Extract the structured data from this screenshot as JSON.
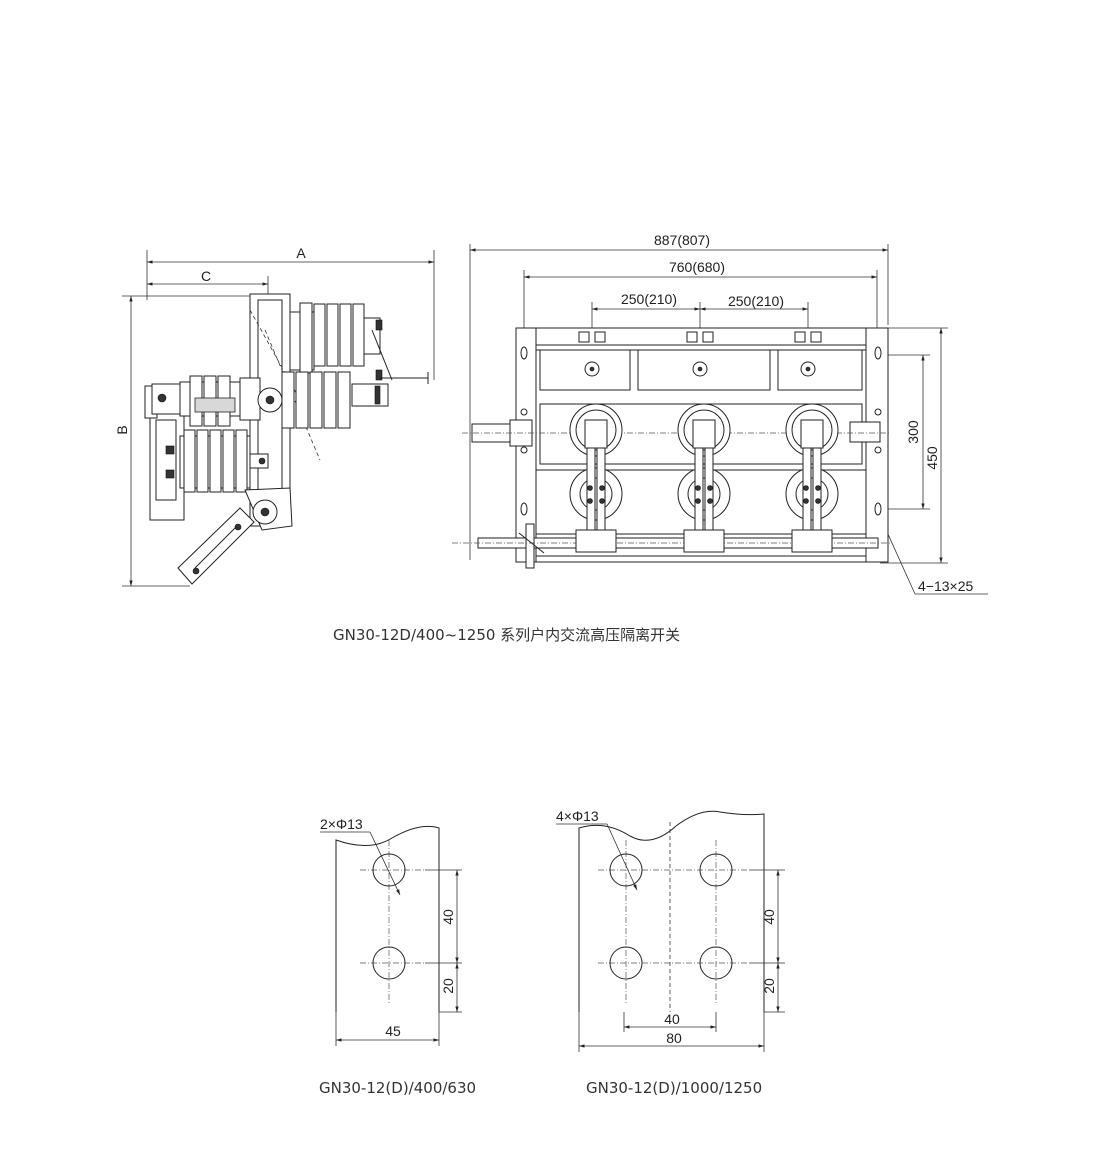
{
  "side_view": {
    "dim_a": "A",
    "dim_b": "B",
    "dim_c": "C"
  },
  "front_view": {
    "dim_overall": "887(807)",
    "dim_inner": "760(680)",
    "dim_pitch_left": "250(210)",
    "dim_pitch_right": "250(210)",
    "dim_300": "300",
    "dim_450": "450",
    "dim_slots": "4−13×25"
  },
  "main_caption": "GN30-12D/400~1250 系列户内交流高压隔离开关",
  "terminal_small": {
    "hole_label": "2×Φ13",
    "dim_40": "40",
    "dim_20": "20",
    "dim_45": "45",
    "caption": "GN30-12(D)/400/630"
  },
  "terminal_large": {
    "hole_label": "4×Φ13",
    "dim_40_v": "40",
    "dim_20": "20",
    "dim_40_h": "40",
    "dim_80": "80",
    "caption": "GN30-12(D)/1000/1250"
  }
}
